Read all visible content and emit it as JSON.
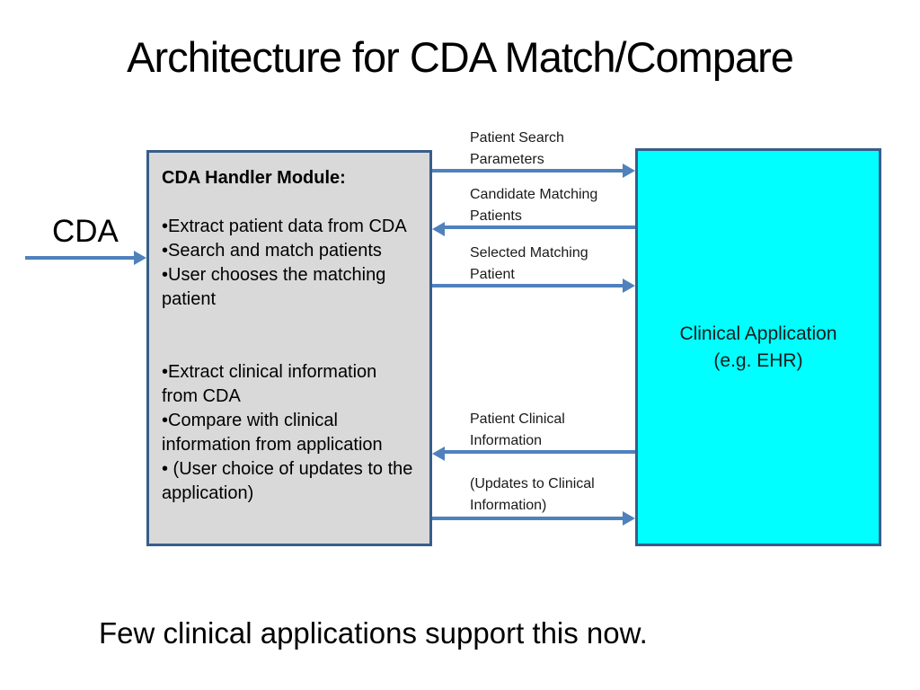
{
  "slide": {
    "title": "Architecture for CDA Match/Compare",
    "footer": "Few clinical applications support this now."
  },
  "cda_input": {
    "label": "CDA"
  },
  "handler_box": {
    "title": "CDA Handler Module:",
    "bullets_top": [
      "•Extract patient data from CDA",
      "•Search and match patients",
      "•User chooses the matching patient"
    ],
    "bullets_bottom": [
      "•Extract  clinical information from CDA",
      "•Compare with clinical information from application",
      "• (User choice of updates to the application)"
    ]
  },
  "clinical_box": {
    "line1": "Clinical Application",
    "line2": "(e.g. EHR)"
  },
  "flows": [
    {
      "label": "Patient Search Parameters",
      "direction": "right"
    },
    {
      "label": "Candidate Matching Patients",
      "direction": "left"
    },
    {
      "label": "Selected Matching Patient",
      "direction": "right"
    },
    {
      "label": "Patient Clinical Information",
      "direction": "left"
    },
    {
      "label": "(Updates to Clinical Information)",
      "direction": "right"
    }
  ],
  "colors": {
    "arrow_blue": "#4F81BD",
    "box_border": "#385D8A",
    "handler_fill": "#D9D9D9",
    "clinical_fill": "#00FFFF",
    "background": "#FFFFFF"
  }
}
